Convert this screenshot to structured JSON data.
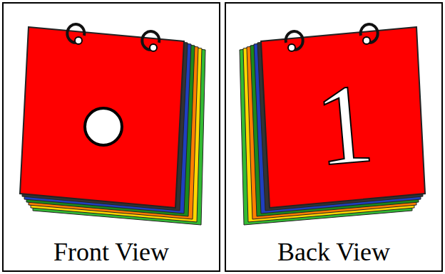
{
  "diagram": {
    "nodes": [
      {
        "text": [
          "Front View"
        ]
      },
      {
        "text": [
          "Back View"
        ]
      },
      {
        "text": [
          "1"
        ],
        "in": 1
      }
    ]
  }
}
